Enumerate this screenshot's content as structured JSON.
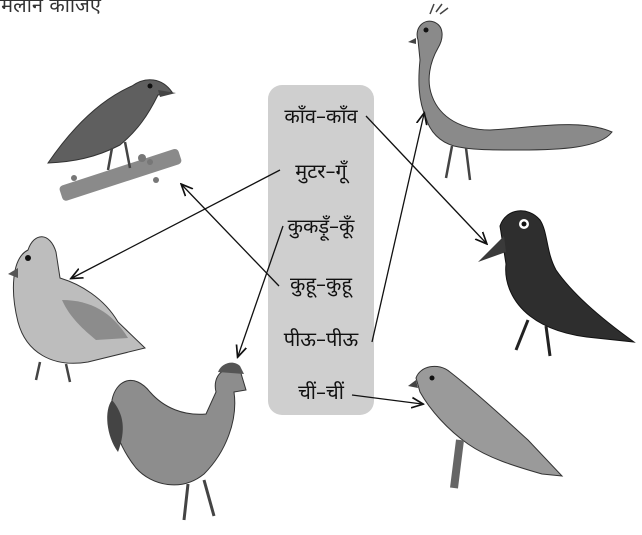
{
  "header": {
    "text": "मिलान कीजिए"
  },
  "sounds": [
    {
      "label": "काँव–काँव",
      "bird": "crow"
    },
    {
      "label": "मुटर–गूँ",
      "bird": "pigeon"
    },
    {
      "label": "कुकड़ूँ–कूँ",
      "bird": "rooster"
    },
    {
      "label": "कुहू–कुहू",
      "bird": "cuckoo"
    },
    {
      "label": "पीऊ–पीऊ",
      "bird": "peacock"
    },
    {
      "label": "चीं–चीं",
      "bird": "sparrow"
    }
  ],
  "birds": [
    {
      "name": "cuckoo",
      "icon": "cuckoo-icon"
    },
    {
      "name": "pigeon",
      "icon": "pigeon-icon"
    },
    {
      "name": "rooster",
      "icon": "rooster-icon"
    },
    {
      "name": "peacock",
      "icon": "peacock-icon"
    },
    {
      "name": "crow",
      "icon": "crow-icon"
    },
    {
      "name": "sparrow",
      "icon": "sparrow-icon"
    }
  ],
  "colors": {
    "box": "#cfcfcf",
    "line": "#111111"
  }
}
